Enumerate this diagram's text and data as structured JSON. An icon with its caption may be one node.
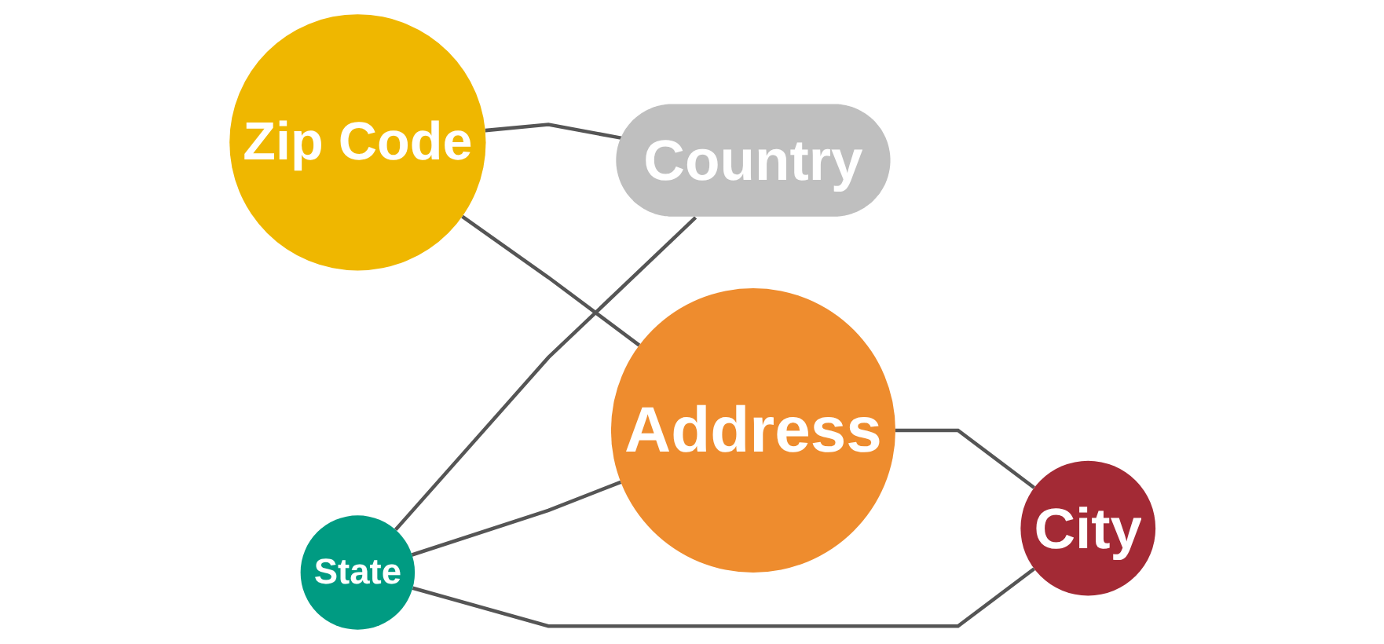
{
  "diagram": {
    "nodes": [
      {
        "text": [
          "Zip Code"
        ]
      },
      {
        "text": [
          "Country"
        ]
      },
      {
        "text": [
          "State"
        ]
      },
      {
        "text": [
          "Address"
        ]
      },
      {
        "text": [
          "City"
        ]
      }
    ],
    "edges": [
      {
        "from": 0,
        "to": 1,
        "arrow": "none"
      },
      {
        "from": 0,
        "to": 3,
        "arrow": "none"
      },
      {
        "from": 2,
        "to": 1,
        "arrow": "none"
      },
      {
        "from": 2,
        "to": 3,
        "arrow": "none"
      },
      {
        "from": 2,
        "to": 4,
        "arrow": "none"
      },
      {
        "from": 3,
        "to": 4,
        "arrow": "none"
      }
    ]
  }
}
